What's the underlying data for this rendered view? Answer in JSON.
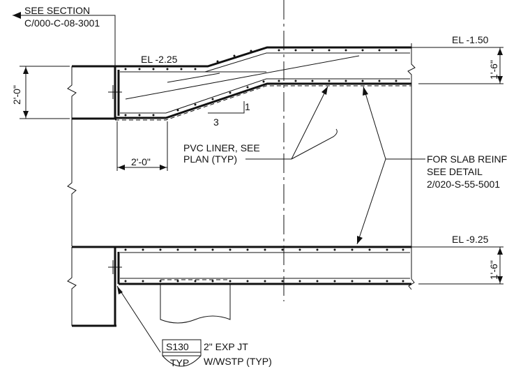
{
  "callouts": {
    "see_section_line1": "SEE SECTION",
    "see_section_line2": "C/000-C-08-3001",
    "el_top_left": "EL -2.25",
    "el_top_right": "EL -1.50",
    "el_bottom": "EL -9.25",
    "dim_wall_height": "2'-0\"",
    "dim_slab_top": "1'-6\"",
    "dim_slab_bottom": "1'-6\"",
    "dim_haunch_width": "2'-0\"",
    "slope_rise": "1",
    "slope_run": "3",
    "pvc_liner_line1": "PVC LINER, SEE",
    "pvc_liner_line2": "PLAN (TYP)",
    "slab_reinf_line1": "FOR SLAB REINF",
    "slab_reinf_line2": "SEE DETAIL",
    "slab_reinf_line3": "2/020-S-55-5001",
    "exp_jt_line1": "2\" EXP JT",
    "exp_jt_line2": "W/WSTP (TYP)",
    "tag_top": "S130",
    "tag_bottom": "TYP"
  }
}
